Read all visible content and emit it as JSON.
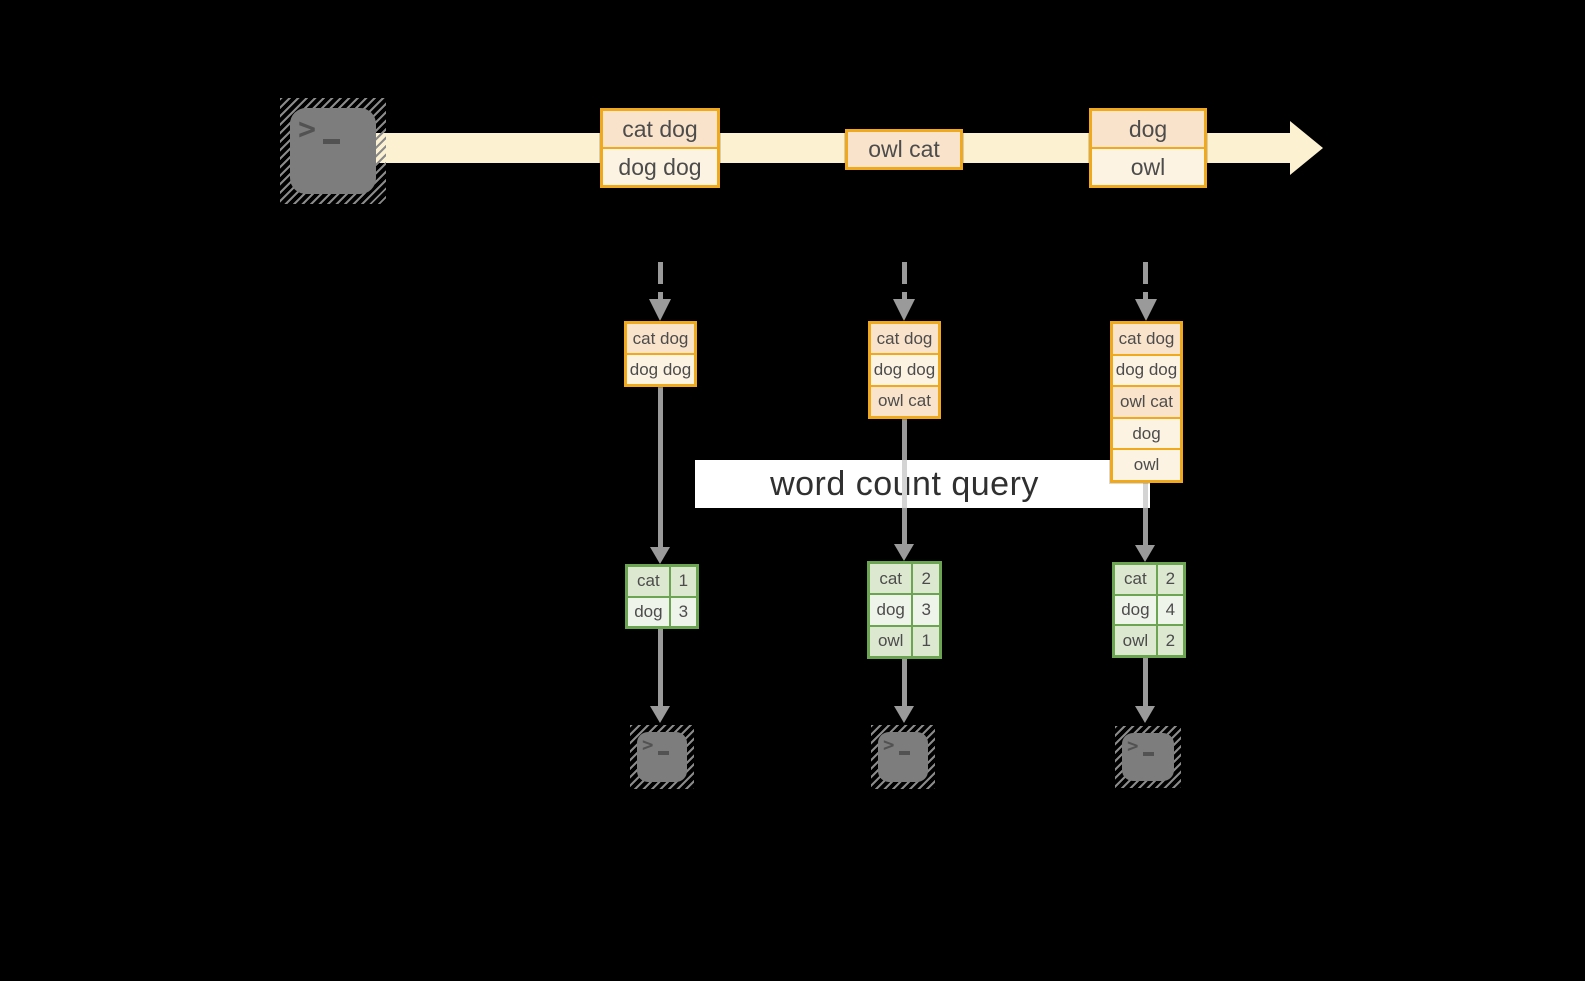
{
  "colors": {
    "background": "#000000",
    "stream_band": "#FCF2D2",
    "message_border": "#F0A81C",
    "message_cell_dark": "#FAE3CB",
    "message_cell_light": "#FDF3E3",
    "table_border": "#6BA551",
    "table_cell_dark": "#DDE8D1",
    "table_cell_light": "#EFF4EA",
    "arrow_gray": "#9A9A9A",
    "query_band": "#FFFFFF"
  },
  "terminal_icon": {
    "glyph": ">"
  },
  "stream": {
    "messages": [
      {
        "lines": [
          "cat dog",
          "dog dog"
        ]
      },
      {
        "lines": [
          "owl cat"
        ]
      },
      {
        "lines": [
          "dog",
          "owl"
        ]
      }
    ]
  },
  "query": {
    "label": "word count query"
  },
  "columns": [
    {
      "buffer": [
        "cat dog",
        "dog dog"
      ],
      "counts": {
        "rows": [
          {
            "word": "cat",
            "value": "1"
          },
          {
            "word": "dog",
            "value": "3"
          }
        ]
      }
    },
    {
      "buffer": [
        "cat dog",
        "dog dog",
        "owl cat"
      ],
      "counts": {
        "rows": [
          {
            "word": "cat",
            "value": "2"
          },
          {
            "word": "dog",
            "value": "3"
          },
          {
            "word": "owl",
            "value": "1"
          }
        ]
      }
    },
    {
      "buffer": [
        "cat dog",
        "dog dog",
        "owl cat",
        "dog",
        "owl"
      ],
      "counts": {
        "rows": [
          {
            "word": "cat",
            "value": "2"
          },
          {
            "word": "dog",
            "value": "4"
          },
          {
            "word": "owl",
            "value": "2"
          }
        ]
      }
    }
  ]
}
